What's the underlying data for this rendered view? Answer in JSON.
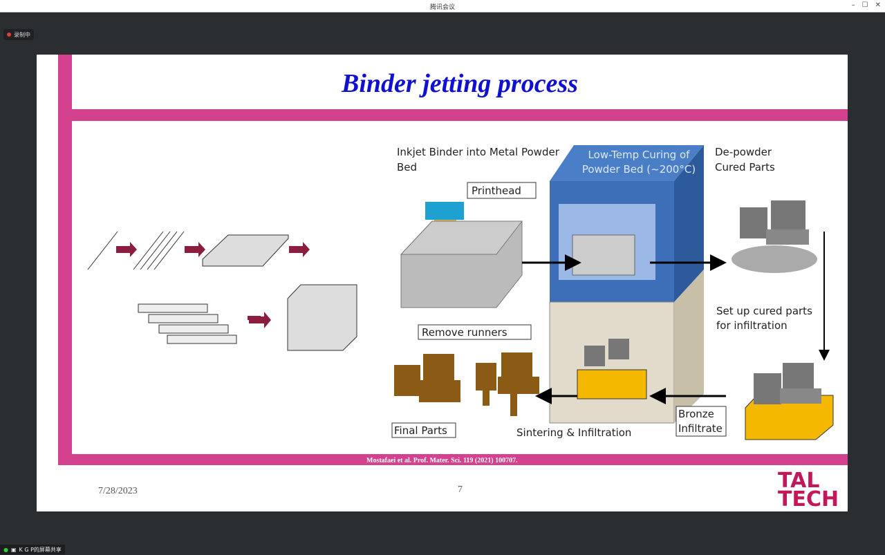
{
  "window": {
    "title": "腾讯会议",
    "minimize": "–",
    "maximize": "☐",
    "close": "✕"
  },
  "recording": {
    "label": "录制中",
    "color": "#e0403a"
  },
  "share_status": {
    "label": "K G P的屏幕共享"
  },
  "slide": {
    "title": "Binder jetting process",
    "accent_color": "#d4418e",
    "title_color": "#1010d0",
    "citation": "Mostafaei et al. Prof. Mater. Sci. 119 (2021) 100707.",
    "date": "7/28/2023",
    "page_number": "7",
    "logo": [
      "TAL",
      "TECH"
    ],
    "diagram": {
      "step1": [
        "Inkjet Binder into Metal Powder",
        "Bed"
      ],
      "printhead": "Printhead",
      "step2": [
        "Low-Temp Curing of",
        "Powder Bed (~200°C)"
      ],
      "step3": [
        "De-powder",
        "Cured Parts"
      ],
      "step4": [
        "Set up cured parts",
        "for infiltration"
      ],
      "bronze": [
        "Bronze",
        "Infiltrate"
      ],
      "sintering": "Sintering & Infiltration",
      "remove_runners": "Remove runners",
      "final_parts": "Final Parts"
    }
  }
}
